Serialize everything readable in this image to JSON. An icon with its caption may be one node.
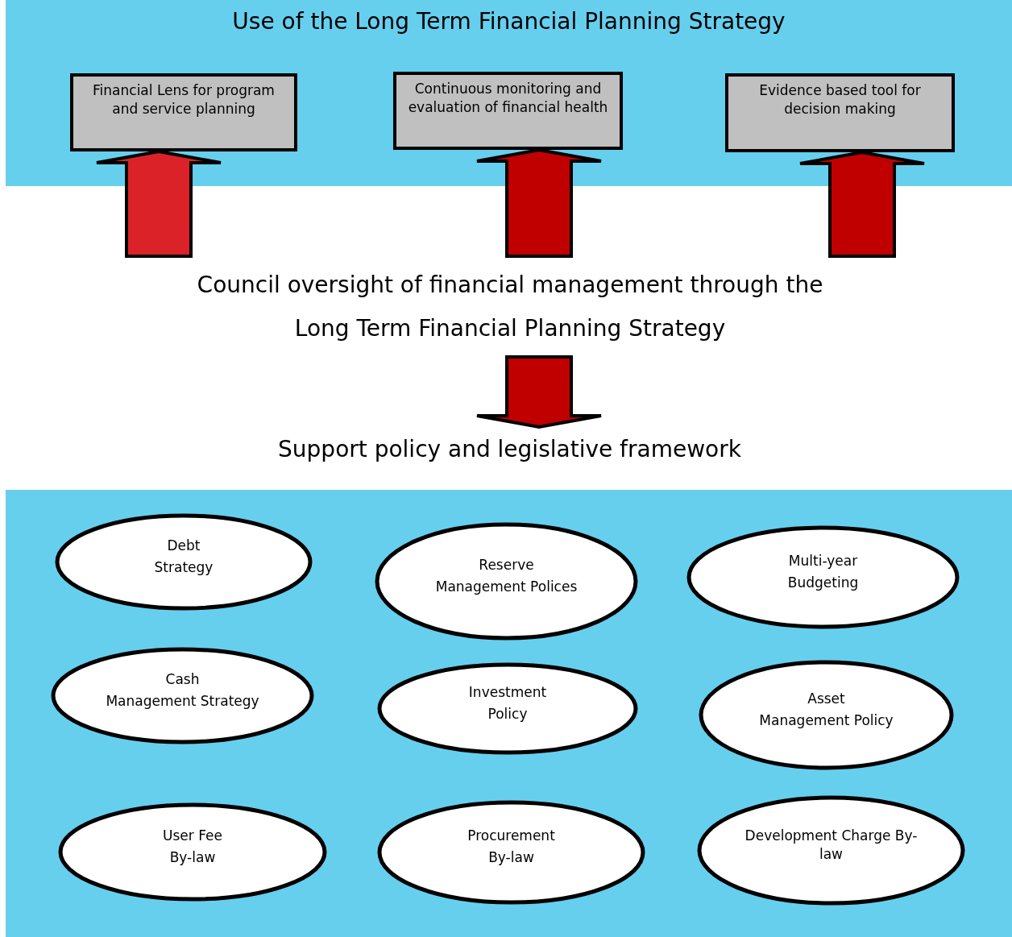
{
  "diagram": {
    "nodes": [
      {
        "text": [
          "Use of the Long Term Financial Planning Strategy"
        ]
      },
      {
        "text": [
          "Financial Lens for program and service planning"
        ],
        "in": 0
      },
      {
        "text": [
          "Continuous monitoring and evaluation of financial health"
        ],
        "in": 0
      },
      {
        "text": [
          "Evidence based tool for decision making"
        ],
        "in": 0
      },
      {
        "text": [
          "Council oversight of financial management through the Long Term Financial Planning Strategy"
        ]
      },
      {
        "text": [
          "Support policy and legislative framework"
        ]
      },
      {
        "text": [],
        "shape": "box"
      },
      {
        "text": [
          "Debt",
          "Strategy"
        ],
        "in": 6
      },
      {
        "text": [
          "Reserve",
          "Management Polices"
        ],
        "in": 6
      },
      {
        "text": [
          "Multi-year",
          "Budgeting"
        ],
        "in": 6
      },
      {
        "text": [
          "Cash",
          "Management Strategy"
        ],
        "in": 6
      },
      {
        "text": [
          "Investment",
          "Policy"
        ],
        "in": 6
      },
      {
        "text": [
          "Asset",
          "Management Policy"
        ],
        "in": 6
      },
      {
        "text": [
          "User Fee",
          "By-law"
        ],
        "in": 6
      },
      {
        "text": [
          "Procurement",
          "By-law"
        ],
        "in": 6
      },
      {
        "text": [
          "Development Charge By-law"
        ],
        "in": 6
      }
    ],
    "edges": [
      {
        "from": 4,
        "to": 1,
        "arrow": "to",
        "color": "#dc2229"
      },
      {
        "from": 4,
        "to": 2,
        "arrow": "to"
      },
      {
        "from": 4,
        "to": 3,
        "arrow": "to"
      },
      {
        "from": 4,
        "to": 5,
        "arrow": "to"
      }
    ]
  }
}
